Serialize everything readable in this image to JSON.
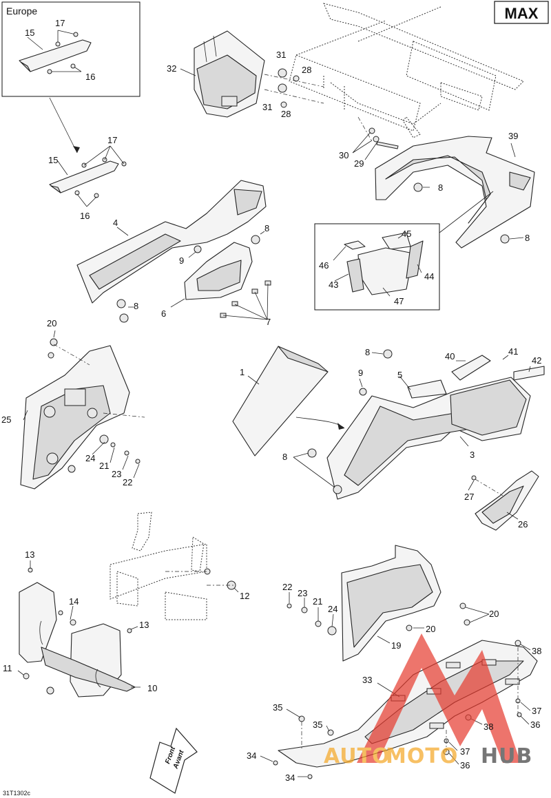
{
  "badge": {
    "model": "MAX"
  },
  "inset_europe": {
    "title": "Europe",
    "callouts": [
      "15",
      "17",
      "16"
    ]
  },
  "inset_detail": {
    "callouts": [
      "45",
      "46",
      "44",
      "43",
      "47"
    ]
  },
  "callouts": {
    "c32": "32",
    "c31a": "31",
    "c28a": "28",
    "c31b": "31",
    "c28b": "28",
    "c30": "30",
    "c29": "29",
    "c39": "39",
    "c8a": "8",
    "c8b": "8",
    "c15": "15",
    "c17": "17",
    "c16": "16",
    "c4": "4",
    "c8c": "8",
    "c9a": "9",
    "c8d": "8",
    "c6": "6",
    "c7": "7",
    "c20a": "20",
    "c25": "25",
    "c24a": "24",
    "c21a": "21",
    "c23a": "23",
    "c22a": "22",
    "c1": "1",
    "c8e": "8",
    "c9b": "9",
    "c5": "5",
    "c40": "40",
    "c41": "41",
    "c42": "42",
    "c8f": "8",
    "c3": "3",
    "c27": "27",
    "c26": "26",
    "c13a": "13",
    "c12": "12",
    "c14": "14",
    "c13b": "13",
    "c11": "11",
    "c10": "10",
    "c22b": "22",
    "c23b": "23",
    "c21b": "21",
    "c24b": "24",
    "c20b": "20",
    "c20c": "20",
    "c19": "19",
    "c38a": "38",
    "c33": "33",
    "c37a": "37",
    "c36a": "36",
    "c38b": "38",
    "c35a": "35",
    "c35b": "35",
    "c37b": "37",
    "c36b": "36",
    "c34a": "34",
    "c34b": "34"
  },
  "direction_badge": {
    "line1": "Front",
    "line2": "Avant"
  },
  "figure_code": "31T1302c",
  "watermark": {
    "part1": "AUTO",
    "part2": "MOTO",
    "part3": "HUB",
    "color_red": "#e63a2e",
    "color_orange": "#f5a623",
    "color_gray": "#3d3d3d"
  }
}
